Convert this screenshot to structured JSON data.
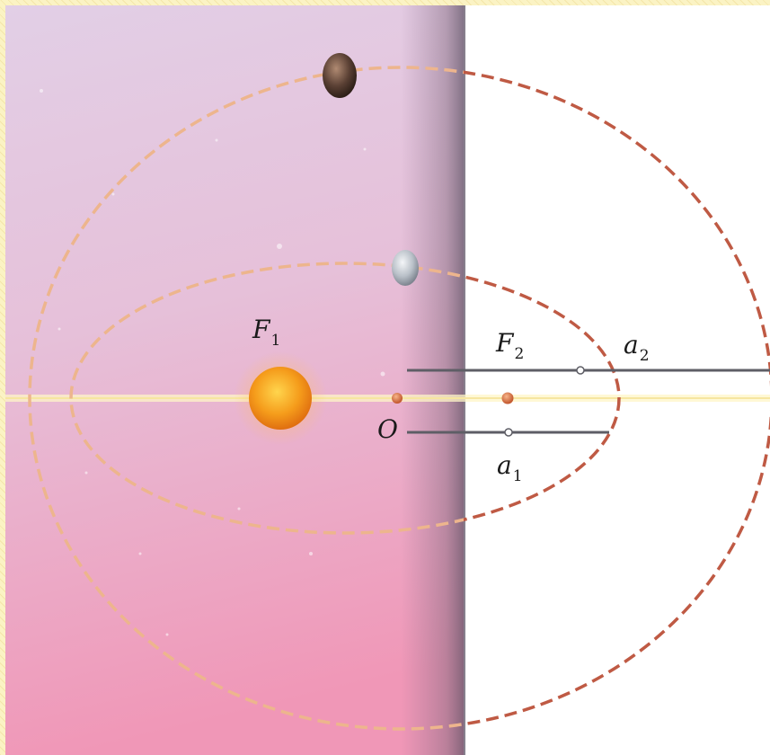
{
  "labels": {
    "focus1": {
      "letter": "F",
      "index": "1"
    },
    "focus2": {
      "letter": "F",
      "index": "2"
    },
    "center": {
      "letter": "O"
    },
    "semi_major_axis_1": {
      "letter": "a",
      "index": "1"
    },
    "semi_major_axis_2": {
      "letter": "a",
      "index": "2"
    }
  },
  "colors": {
    "frame": "#fbf3c4",
    "space_top": "#ddc8e2",
    "space_bottom": "#ee9ab6",
    "panel_right": "#ffffff",
    "orbit": "#e8b08a",
    "orbit_on_white": "#b8503f",
    "sun": "#f39a1a",
    "axis_line": "#5e5e66"
  },
  "icons": {
    "sun": "sun-icon",
    "inner_planet": "planet-icon",
    "outer_planet": "planet-icon"
  }
}
